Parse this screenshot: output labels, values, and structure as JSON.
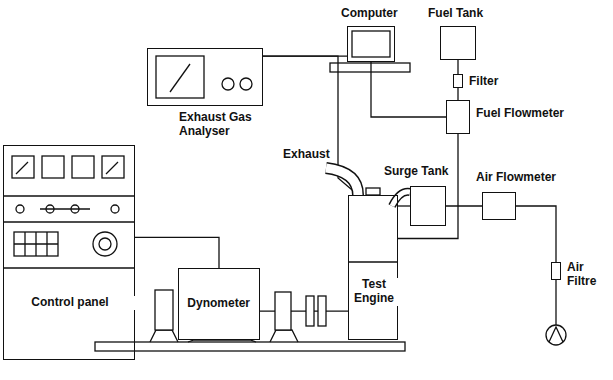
{
  "diagram": {
    "nodes": [
      {
        "text": [
          "Computer"
        ]
      },
      {
        "text": [
          "Fuel Tank"
        ]
      },
      {
        "text": [
          "Exhaust Gas Analyser"
        ]
      },
      {
        "text": [
          "Filter"
        ]
      },
      {
        "text": [
          "Fuel Flowmeter"
        ]
      },
      {
        "text": [
          "Surge Tank"
        ]
      },
      {
        "text": [
          "Air Flowmeter"
        ]
      },
      {
        "text": [
          "Air Filtre"
        ]
      },
      {
        "text": [
          "Control panel"
        ]
      },
      {
        "text": [
          "Dynometer"
        ]
      },
      {
        "text": [
          "Test Engine"
        ]
      }
    ],
    "edges": [
      {
        "from": 2,
        "to": 0,
        "arrow": "none"
      },
      {
        "from": 0,
        "to": 4,
        "arrow": "none"
      },
      {
        "from": 1,
        "to": 3,
        "arrow": "none"
      },
      {
        "from": 3,
        "to": 4,
        "arrow": "none"
      },
      {
        "from": 4,
        "to": 10,
        "arrow": "none"
      },
      {
        "from": 7,
        "to": 6,
        "arrow": "none"
      },
      {
        "from": 6,
        "to": 5,
        "arrow": "none"
      },
      {
        "from": 5,
        "to": 10,
        "arrow": "none"
      },
      {
        "from": 8,
        "to": 9,
        "arrow": "none"
      },
      {
        "from": 9,
        "to": 10,
        "arrow": "none"
      },
      {
        "from": 2,
        "to": 10,
        "arrow": "none"
      }
    ],
    "labels": [
      "Exhaust"
    ]
  }
}
